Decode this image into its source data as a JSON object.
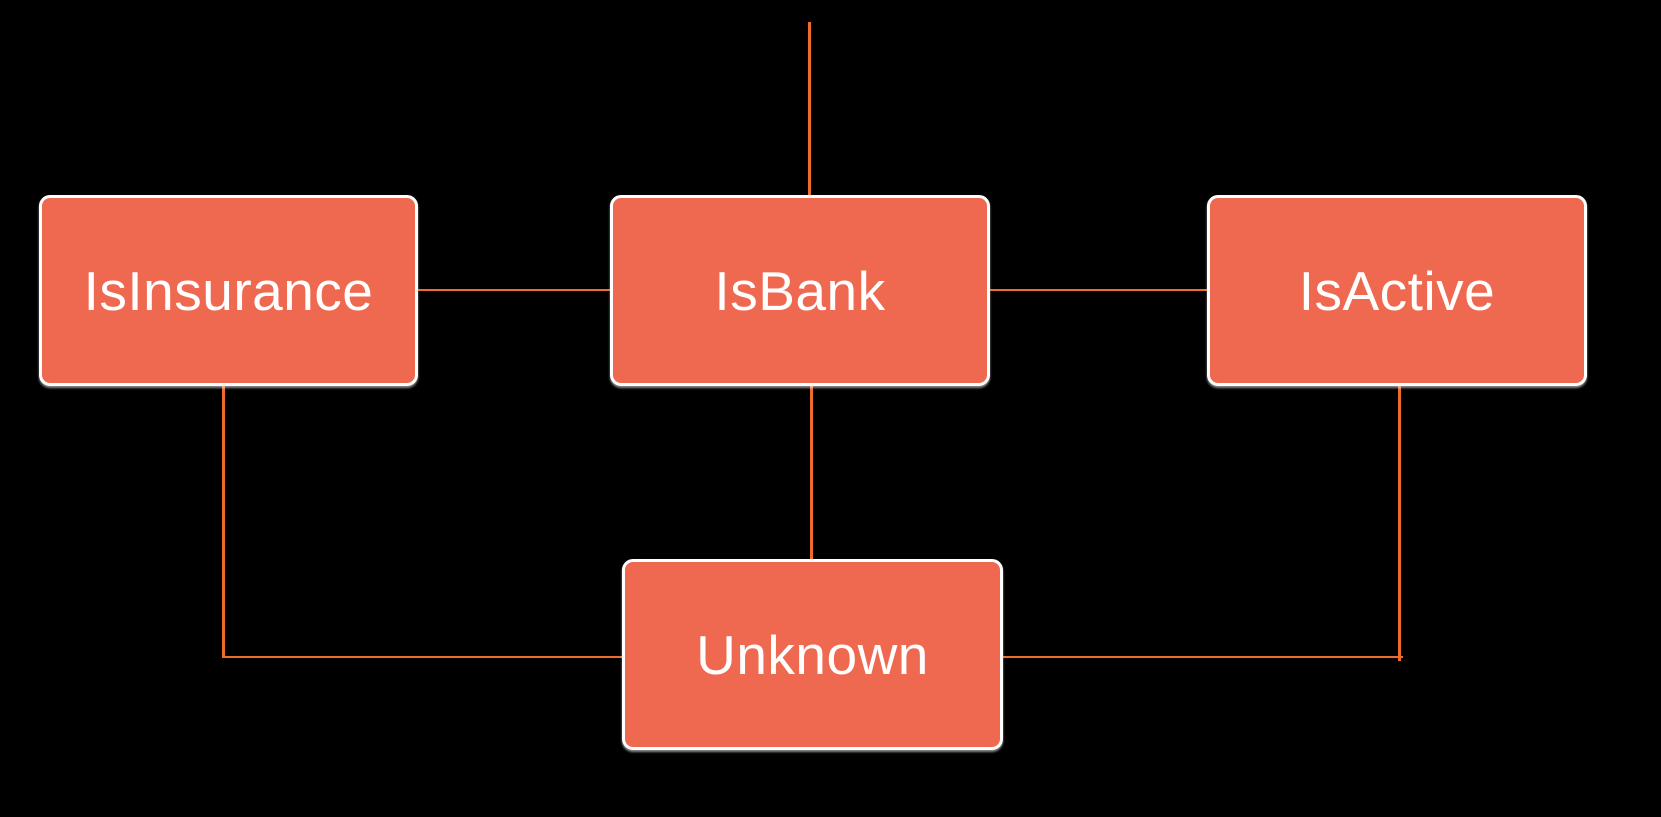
{
  "diagram": {
    "type": "flowchart",
    "background_color": "#000000",
    "node_fill_color": "#EF6850",
    "node_border_color": "#FFFFFF",
    "node_text_color": "#FFFFFF",
    "connector_color": "#ED6C2D",
    "nodes": [
      {
        "id": "isinsurance",
        "label": "IsInsurance"
      },
      {
        "id": "isbank",
        "label": "IsBank"
      },
      {
        "id": "isactive",
        "label": "IsActive"
      },
      {
        "id": "unknown",
        "label": "Unknown"
      }
    ],
    "edges": [
      {
        "from": "offscreen-top",
        "to": "isbank",
        "shape": "vertical-stub"
      },
      {
        "from": "isinsurance",
        "to": "isbank",
        "shape": "horizontal"
      },
      {
        "from": "isbank",
        "to": "isactive",
        "shape": "horizontal"
      },
      {
        "from": "isbank",
        "to": "unknown",
        "shape": "vertical"
      },
      {
        "from": "isinsurance",
        "to": "unknown",
        "shape": "elbow"
      },
      {
        "from": "isactive",
        "to": "unknown",
        "shape": "elbow"
      }
    ]
  }
}
